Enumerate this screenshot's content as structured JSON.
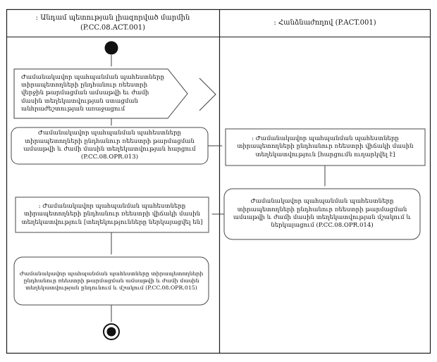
{
  "lanes": {
    "left_title": ": Անդամ պետության լիազորված մարմին (P.CC.08.ACT.001)",
    "right_title": ": Հանձնաժողով (P.ACT.001)"
  },
  "nodes": {
    "event_need": "Ժամանակավոր պահպանման պահեստները տիրապետողների ընդհանուր ռեեստրի վերջին թարմացման ամսաթվի եւ ժամի մասին տեղեկատվության ստացման անհրաժեշտության առաջացում",
    "action_request": "Ժամանակավոր պահպանման պահեստները տիրապետողների ընդհանուր ռեեստրի թարմացման ամսաթվի և ժամի մասին տեղեկատվության հարցում (P.CC.08.OPR.013)",
    "object_request_sent": ": Ժամանակավոր պահպանման պահեստները տիրապետողների ընդհանուր ռեեստրի վիճակի մասին տեղեկատվություն [հարցումն ուղարկվել է]",
    "action_process_present": "Ժամանակավոր պահպանման պահեստները տիրապետողների ընդհանուր ռեեստրի թարմացման ամսաթվի և ժամի մասին տեղեկատվության մշակում և ներկայացում (P.CC.08.OPR.014)",
    "object_info_presented": ": Ժամանակավոր պահպանման պահեստները տիրապետողների ընդհանուր ռեեստրի վիճակի մասին տեղեկատվություն [տեղեկությունները ներկայացվել են]",
    "action_receive_process": "Ժամանակավոր պահպանման պահեստները տիրապետողների ընդհանուր ռեեստրի թարմացման ամսաթվի և ժամի մասին տեղեկատվության ընդունում և մշակում (P.CC.08.OPR.015)"
  },
  "colors": {
    "stroke": "#3f3f3f",
    "frame": "#1c1c1c",
    "node_fill": "#111111"
  }
}
